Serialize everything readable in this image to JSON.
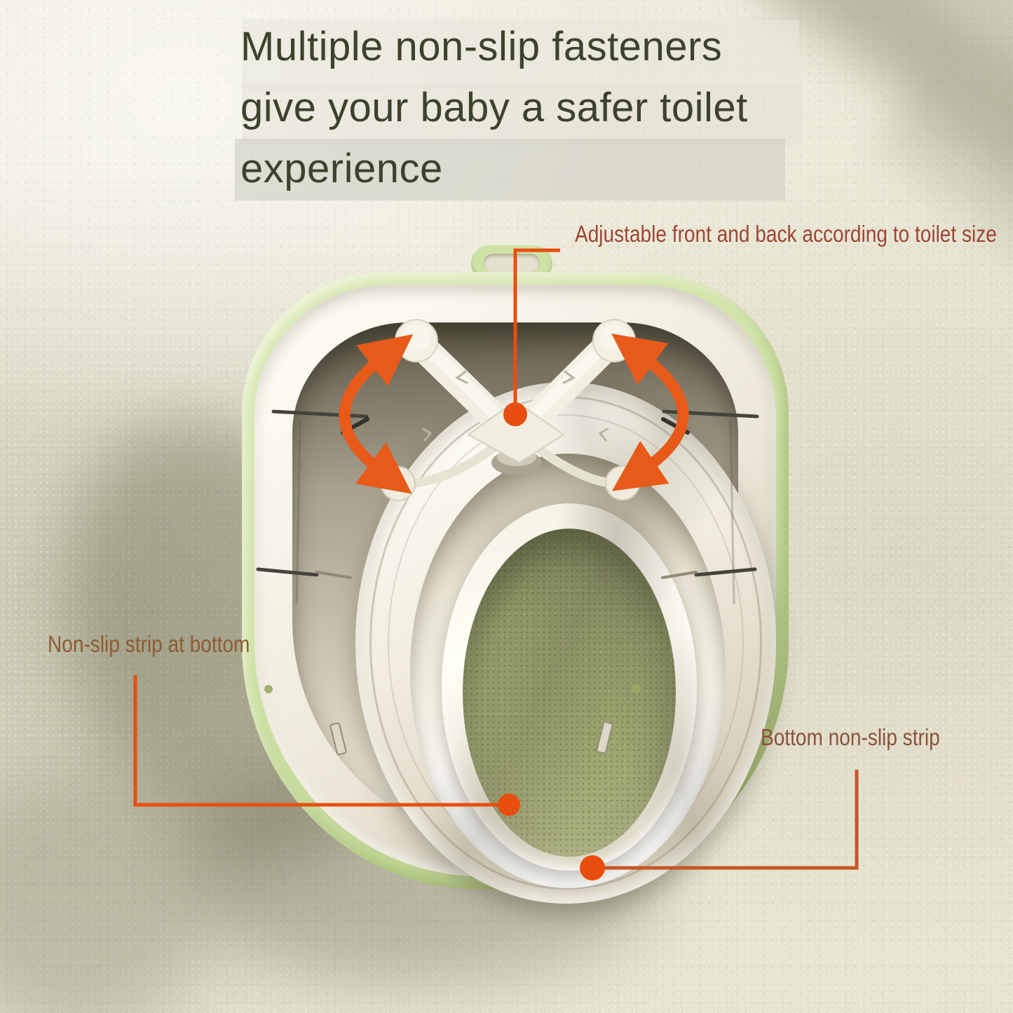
{
  "poster": {
    "title_lines": [
      "Multiple non-slip fasteners",
      "give your baby a safer toilet",
      "experience"
    ],
    "callouts": {
      "adjustable": "Adjustable front and back according to toilet size",
      "left_strip": "Non-slip strip at bottom",
      "right_strip": "Bottom non-slip strip"
    }
  },
  "icons": {
    "rotation_arrow": "curved-double-headed-arrow",
    "callout_dot": "filled-circle"
  },
  "colors": {
    "accent_orange": "#e84e0f",
    "arrow_orange": "#e85a1a",
    "leader_muted": "#c75628",
    "title_green": "#3d422c",
    "callout_red": "#9d4634",
    "callout_brown_left": "#8f5a32",
    "callout_brown_right": "#8b513c",
    "product_rim_green": "#cfe2a6",
    "hole_olive": "#9aa26d"
  }
}
